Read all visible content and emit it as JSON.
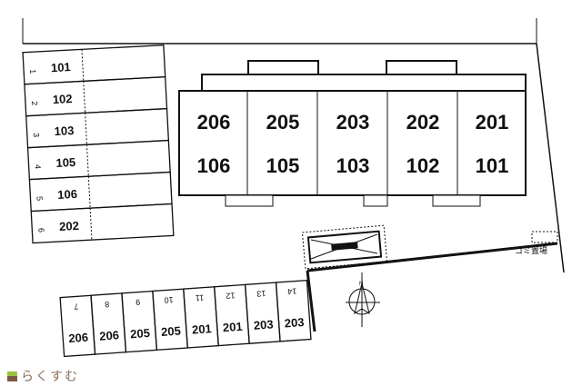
{
  "building": {
    "upper": [
      "206",
      "205",
      "203",
      "202",
      "201"
    ],
    "lower": [
      "106",
      "105",
      "103",
      "102",
      "101"
    ]
  },
  "left_parking": [
    {
      "no": "1",
      "room": "101"
    },
    {
      "no": "2",
      "room": "102"
    },
    {
      "no": "3",
      "room": "103"
    },
    {
      "no": "4",
      "room": "105"
    },
    {
      "no": "5",
      "room": "106"
    },
    {
      "no": "6",
      "room": "202"
    }
  ],
  "bottom_parking": [
    {
      "no": "7",
      "room": "206"
    },
    {
      "no": "8",
      "room": "206"
    },
    {
      "no": "9",
      "room": "205"
    },
    {
      "no": "10",
      "room": "205"
    },
    {
      "no": "11",
      "room": "201"
    },
    {
      "no": "12",
      "room": "201"
    },
    {
      "no": "13",
      "room": "203"
    },
    {
      "no": "14",
      "room": "203"
    }
  ],
  "garbage_label": "ゴミ置場",
  "compass_label": "N",
  "logo": "らくすむ"
}
